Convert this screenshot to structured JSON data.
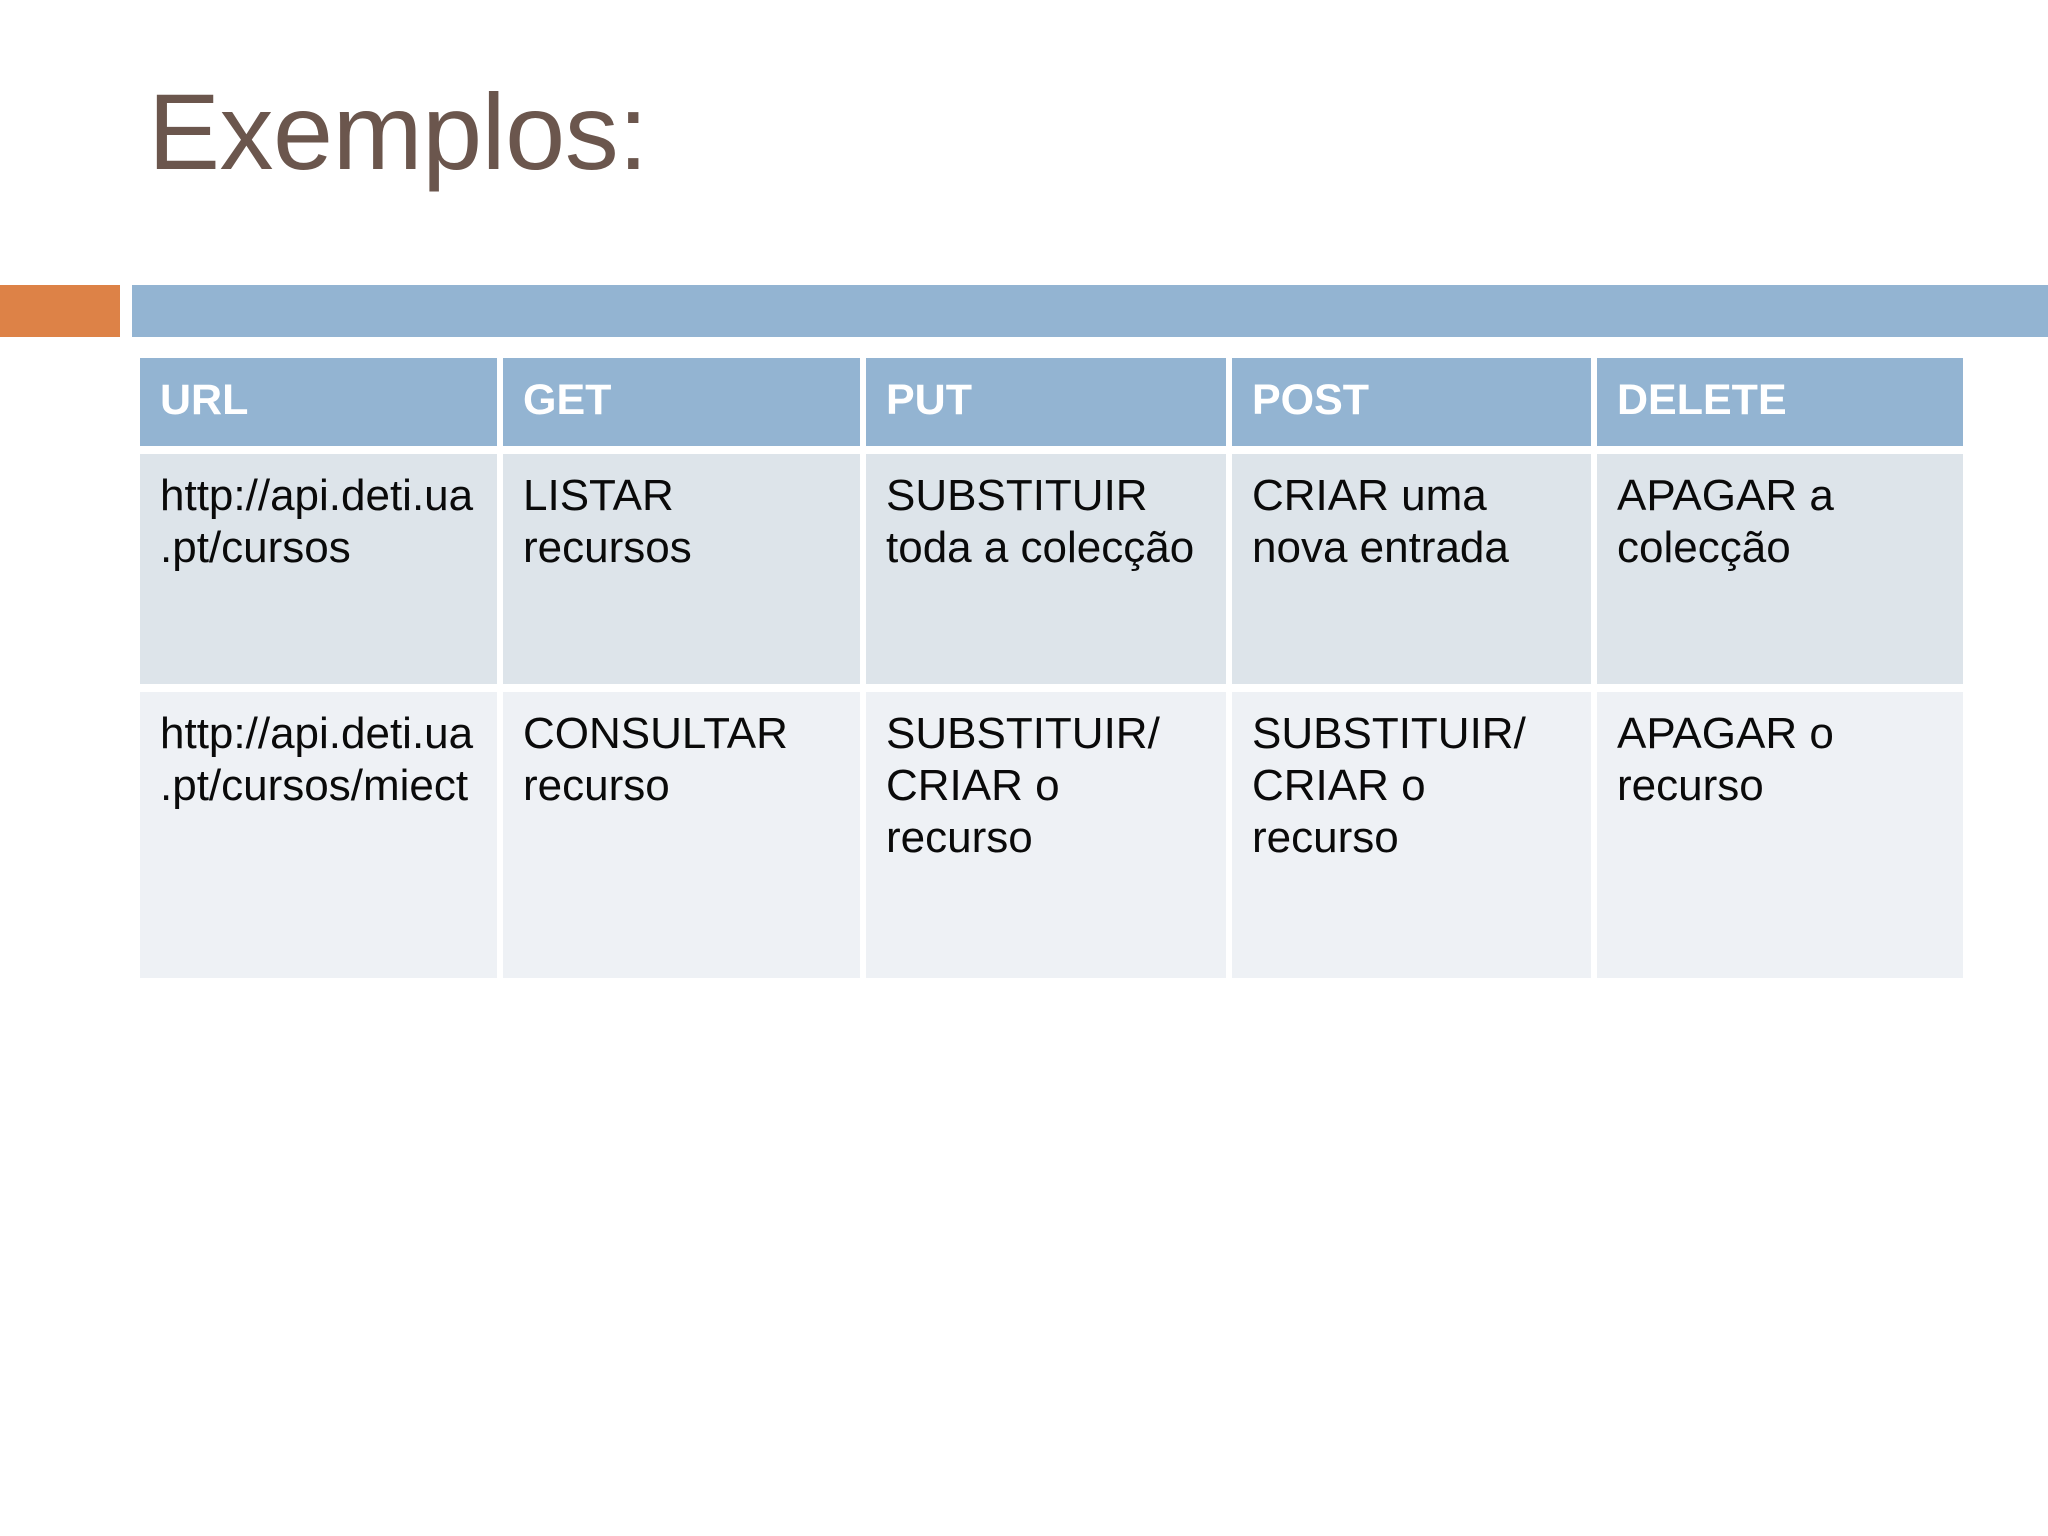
{
  "slide": {
    "title": "Exemplos:",
    "title_color": "#6b564d",
    "accent_orange": "#dd8247",
    "accent_blue": "#93b4d2",
    "header_bg": "#93b4d2",
    "row_a_bg": "#dde4ea",
    "row_b_bg": "#eef1f5"
  },
  "table": {
    "headers": [
      "URL",
      "GET",
      "PUT",
      "POST",
      "DELETE"
    ],
    "rows": [
      {
        "url": "http://api.deti.ua.pt/cursos",
        "get": "LISTAR recursos",
        "put": "SUBSTITUIR toda a colecção",
        "post": "CRIAR uma nova entrada",
        "delete": "APAGAR a colecção"
      },
      {
        "url": "http://api.deti.ua.pt/cursos/miect",
        "get": "CONSULTAR recurso",
        "put": "SUBSTITUIR/ CRIAR o recurso",
        "post": "SUBSTITUIR/ CRIAR o recurso",
        "delete": "APAGAR o recurso"
      }
    ]
  }
}
